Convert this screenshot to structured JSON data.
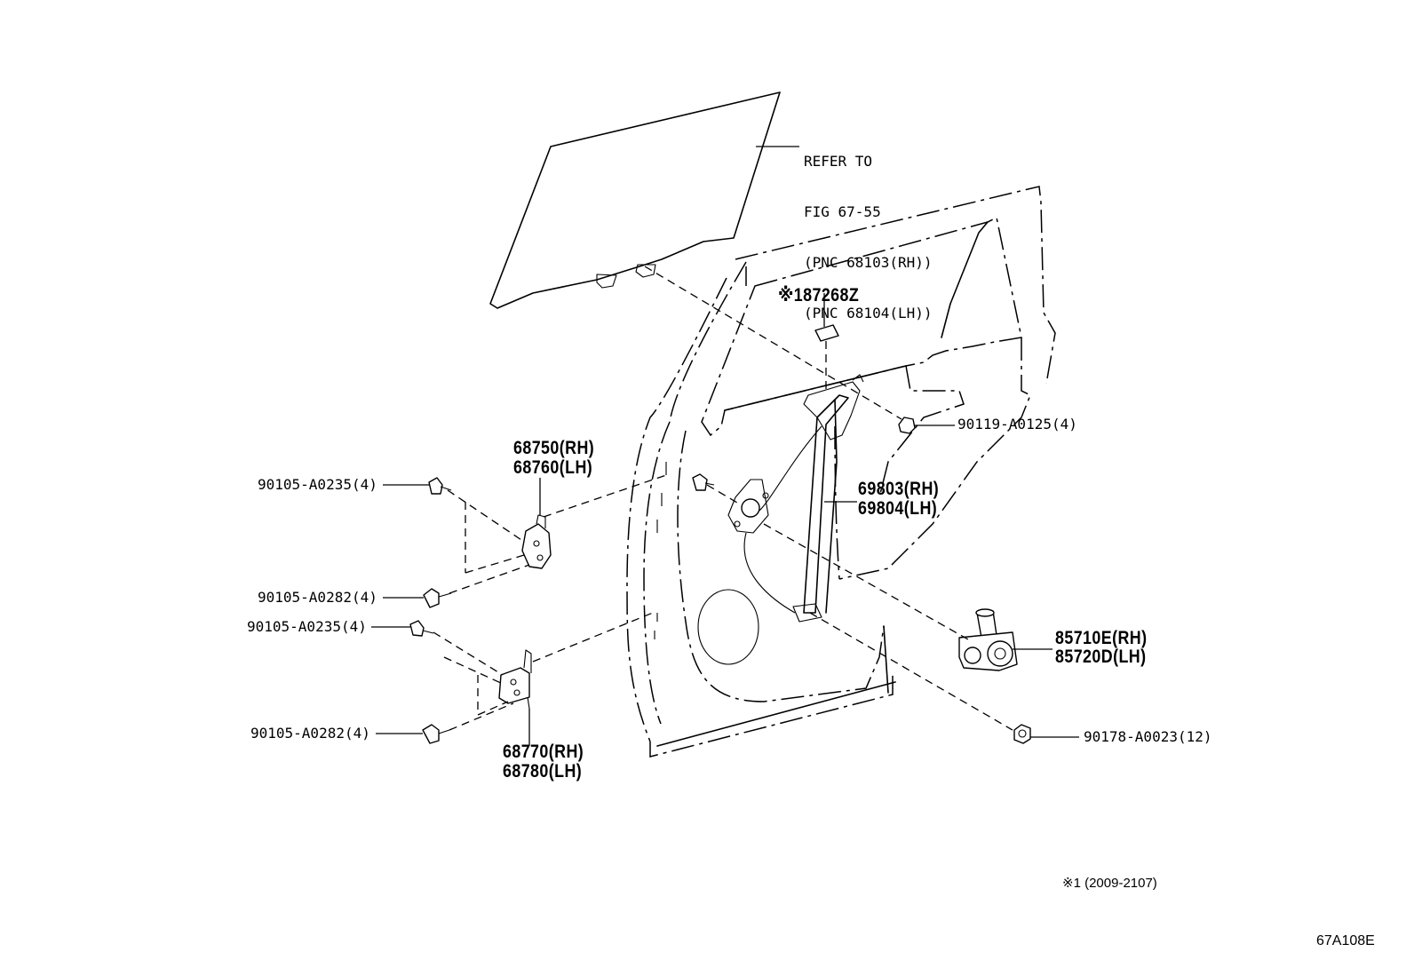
{
  "reference": {
    "line1": "REFER TO",
    "line2": "FIG 67-55",
    "line3": "(PNC 68103(RH))",
    "line4": "(PNC 68104(LH))"
  },
  "labels": {
    "p87268z": "※187268Z",
    "p90119": "90119-A0125(4)",
    "p68750_rh": "68750(RH)",
    "p68760_lh": "68760(LH)",
    "p69803_rh": "69803(RH)",
    "p69804_lh": "69804(LH)",
    "p90105_0235_a": "90105-A0235(4)",
    "p90105_0282_a": "90105-A0282(4)",
    "p90105_0235_b": "90105-A0235(4)",
    "p90105_0282_b": "90105-A0282(4)",
    "p85710e_rh": "85710E(RH)",
    "p85720d_lh": "85720D(LH)",
    "p68770_rh": "68770(RH)",
    "p68780_lh": "68780(LH)",
    "p90178": "90178-A0023(12)"
  },
  "footnote": "※1 (2009-2107)",
  "figure_code": "67A108E"
}
